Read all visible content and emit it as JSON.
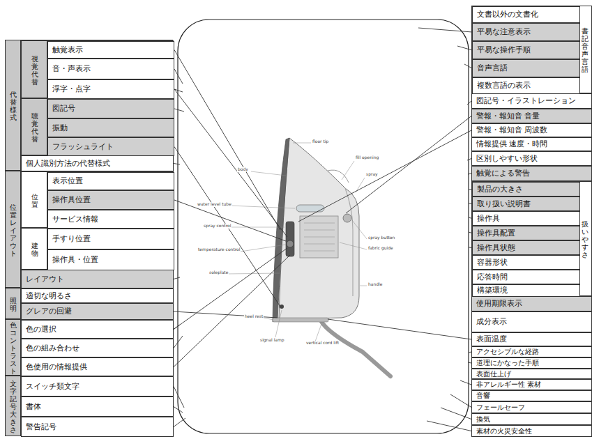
{
  "diagram": {
    "nodes": [
      {
        "text": [
          "代替様式"
        ]
      },
      {
        "text": [
          "視覚代替"
        ],
        "in": 0
      },
      {
        "text": [
          "触覚表示"
        ],
        "in": 1
      },
      {
        "text": [
          "音・声表示"
        ],
        "in": 1
      },
      {
        "text": [
          "浮字・点字"
        ],
        "in": 1
      },
      {
        "text": [
          "聴覚代替"
        ],
        "in": 0
      },
      {
        "text": [
          "図記号"
        ],
        "in": 5
      },
      {
        "text": [
          "振動"
        ],
        "in": 5
      },
      {
        "text": [
          "フラッシュライト"
        ],
        "in": 5
      },
      {
        "text": [
          "個人識別方法の代替様式"
        ],
        "in": 0
      },
      {
        "text": [
          "位置レイアウト"
        ]
      },
      {
        "text": [
          "位置"
        ],
        "in": 10
      },
      {
        "text": [
          "表示位置"
        ],
        "in": 11
      },
      {
        "text": [
          "操作具位置"
        ],
        "in": 11
      },
      {
        "text": [
          "サービス情報"
        ],
        "in": 11
      },
      {
        "text": [
          "建物"
        ],
        "in": 10
      },
      {
        "text": [
          "手すり位置"
        ],
        "in": 15
      },
      {
        "text": [
          "操作具・位置"
        ],
        "in": 15
      },
      {
        "text": [
          "レイアウト"
        ],
        "in": 10
      },
      {
        "text": [
          "照明"
        ]
      },
      {
        "text": [
          "適切な明るさ"
        ],
        "in": 19
      },
      {
        "text": [
          "グレアの回避"
        ],
        "in": 19
      },
      {
        "text": [
          "色コントラスト"
        ]
      },
      {
        "text": [
          "色の選択"
        ],
        "in": 22
      },
      {
        "text": [
          "色の組み合わせ"
        ],
        "in": 22
      },
      {
        "text": [
          "色使用の情報提供"
        ],
        "in": 22
      },
      {
        "text": [
          "文字記号大きさ"
        ]
      },
      {
        "text": [
          "スイッチ類文字"
        ],
        "in": 26
      },
      {
        "text": [
          "書体"
        ],
        "in": 26
      },
      {
        "text": [
          "警告記号"
        ],
        "in": 26
      },
      {
        "text": [
          "書記音声言語"
        ]
      },
      {
        "text": [
          "文書以外の文書化"
        ],
        "in": 30
      },
      {
        "text": [
          "平易な注意表示"
        ],
        "in": 30
      },
      {
        "text": [
          "平易な操作手順"
        ],
        "in": 30
      },
      {
        "text": [
          "音声言語"
        ],
        "in": 30
      },
      {
        "text": [
          "複数言語の表示"
        ],
        "in": 30
      },
      {
        "text": [
          "図記号・イラストレーション"
        ]
      },
      {
        "text": [
          "警報・報知音 音量"
        ]
      },
      {
        "text": [
          "警報・報知音 周波数"
        ]
      },
      {
        "text": [
          "情報提供 速度・時間"
        ]
      },
      {
        "text": [
          "区別しやすい形状"
        ]
      },
      {
        "text": [
          "触覚による警告"
        ]
      },
      {
        "text": [
          "扱いやすさ"
        ]
      },
      {
        "text": [
          "製品の大きさ"
        ],
        "in": 42
      },
      {
        "text": [
          "取り扱い説明書"
        ],
        "in": 42
      },
      {
        "text": [
          "操作具"
        ],
        "in": 42
      },
      {
        "text": [
          "操作具配置"
        ],
        "in": 42
      },
      {
        "text": [
          "操作具状態"
        ],
        "in": 42
      },
      {
        "text": [
          "容器形状"
        ],
        "in": 42
      },
      {
        "text": [
          "応答時間"
        ],
        "in": 42
      },
      {
        "text": [
          "構築環境"
        ],
        "in": 42
      },
      {
        "text": [
          "使用期限表示"
        ]
      },
      {
        "text": [
          "成分表示"
        ]
      },
      {
        "text": [
          "表面温度"
        ]
      },
      {
        "text": [
          "アクセシブルな経路"
        ]
      },
      {
        "text": [
          "道理にかなった手順"
        ]
      },
      {
        "text": [
          "表面仕上げ"
        ]
      },
      {
        "text": [
          "非アレルギー性 素材"
        ]
      },
      {
        "text": [
          "音響"
        ]
      },
      {
        "text": [
          "フェールセーフ"
        ]
      },
      {
        "text": [
          "換気"
        ]
      },
      {
        "text": [
          "素材の火災安全性"
        ]
      }
    ],
    "labels": [
      "floor tip",
      "fill opening",
      "spray",
      "body",
      "water level tube",
      "spray control",
      "temperature control",
      "soleplate",
      "heel rest",
      "signal lamp",
      "vertical cord lift",
      "spray button",
      "fabric guide",
      "handle"
    ]
  }
}
